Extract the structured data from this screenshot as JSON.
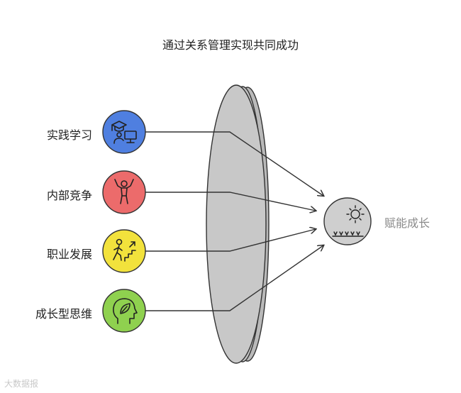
{
  "title": "通过关系管理实现共同成功",
  "inputs": [
    {
      "label": "实践学习",
      "icon": "teacher-computer-icon",
      "color": "#4f7fe0"
    },
    {
      "label": "内部竞争",
      "icon": "person-arms-up-icon",
      "color": "#ec6b6b"
    },
    {
      "label": "职业发展",
      "icon": "person-climbing-stairs-icon",
      "color": "#f2e23c"
    },
    {
      "label": "成长型思维",
      "icon": "head-with-leaf-icon",
      "color": "#8fd14f"
    }
  ],
  "output": {
    "label": "赋能成长",
    "icon": "sun-and-grass-icon",
    "color": "#cfcfcf"
  },
  "lens_color": "#c8c8c8",
  "watermark": "大数据报"
}
